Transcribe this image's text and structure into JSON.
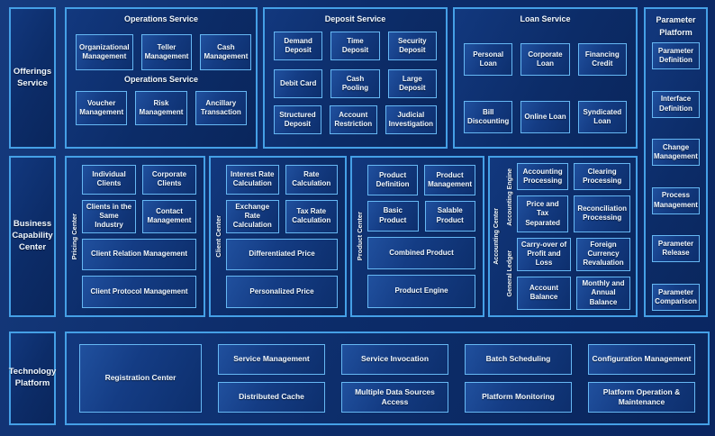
{
  "colors": {
    "background": "#0d2d6b",
    "panel_border": "#45a0e6",
    "box_border": "#66b8f4",
    "text": "#ffffff"
  },
  "sidebars": {
    "offerings": "Offerings Service",
    "business_capability": "Business Capability Center",
    "technology": "Technology Platform"
  },
  "operations": {
    "title": "Operations Service",
    "mid_label": "Operations Service",
    "row1": [
      "Organizational Management",
      "Teller Management",
      "Cash Management"
    ],
    "row2": [
      "Voucher Management",
      "Risk Management",
      "Ancillary Transaction"
    ]
  },
  "deposit": {
    "title": "Deposit Service",
    "row1": [
      "Demand Deposit",
      "Time Deposit",
      "Security Deposit"
    ],
    "row2": [
      "Debit Card",
      "Cash Pooling",
      "Large Deposit"
    ],
    "row3": [
      "Structured Deposit",
      "Account Restriction",
      "Judicial Investigation"
    ]
  },
  "loan": {
    "title": "Loan Service",
    "row1": [
      "Personal Loan",
      "Corporate Loan",
      "Financing Credit"
    ],
    "row2": [
      "Bill Discounting",
      "Online Loan",
      "Syndicated Loan"
    ]
  },
  "parameter_platform": {
    "title": "Parameter Platform",
    "items": [
      "Parameter Definition",
      "Interface Definition",
      "Change Management",
      "Process Management",
      "Parameter Release",
      "Parameter Comparison"
    ]
  },
  "pricing_center": {
    "vlabel": "Pricing Center",
    "row1": [
      "Individual Clients",
      "Corporate Clients"
    ],
    "row2": [
      "Clients in the Same Industry",
      "Contact Management"
    ],
    "wide1": "Client Relation Management",
    "wide2": "Client Protocol Management"
  },
  "client_center": {
    "vlabel": "Client Center",
    "row1": [
      "Interest Rate Calculation",
      "Rate Calculation"
    ],
    "row2": [
      "Exchange Rate Calculation",
      "Tax Rate Calculation"
    ],
    "wide1": "Differentiated Price",
    "wide2": "Personalized Price"
  },
  "product_center": {
    "vlabel": "Product Center",
    "row1": [
      "Product Definition",
      "Product Management"
    ],
    "row2": [
      "Basic Product",
      "Salable Product"
    ],
    "wide1": "Combined Product",
    "wide2": "Product Engine"
  },
  "accounting_center": {
    "vlabel": "Accounting Center",
    "engine": {
      "vlabel": "Accounting Engine",
      "boxes": [
        "Accounting Processing",
        "Clearing Processing",
        "Price and Tax Separated",
        "Reconciliation Processing"
      ]
    },
    "ledger": {
      "vlabel": "General Ledger",
      "boxes": [
        "Carry-over of Profit and Loss",
        "Foreign Currency Revaluation",
        "Account Balance",
        "Monthly and Annual Balance"
      ]
    }
  },
  "technology_platform": {
    "registration": "Registration Center",
    "columns": [
      [
        "Service Management",
        "Distributed Cache"
      ],
      [
        "Service Invocation",
        "Multiple Data Sources Access"
      ],
      [
        "Batch Scheduling",
        "Platform Monitoring"
      ],
      [
        "Configuration Management",
        "Platform Operation & Maintenance"
      ]
    ]
  }
}
